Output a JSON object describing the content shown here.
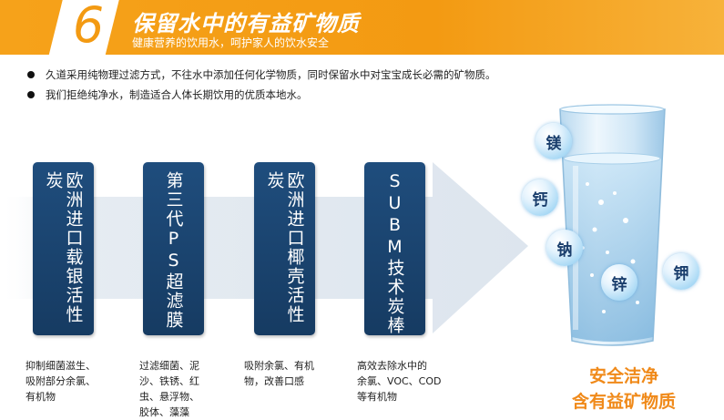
{
  "header": {
    "number": "6",
    "title": "保留水中的有益矿物质",
    "subtitle": "健康营养的饮用水，呵护家人的饮水安全"
  },
  "bullets": [
    "久道采用纯物理过滤方式，不往水中添加任何化学物质，同时保留水中对宝宝成长必需的矿物质。",
    "我们拒绝纯净水，制造适合人体长期饮用的优质本地水。"
  ],
  "stages": [
    {
      "label": "欧洲进口载银活性炭",
      "desc": [
        "抑制细菌滋生、",
        "吸附部分余氯、",
        "有机物"
      ]
    },
    {
      "label": "第三代PS超滤膜",
      "desc": [
        "过滤细菌、泥",
        "沙、铁锈、红",
        "虫、悬浮物、",
        "胶体、藻藻"
      ]
    },
    {
      "label": "欧洲进口椰壳活性炭",
      "desc": [
        "吸附余氯、有机",
        "物，改善口感"
      ]
    },
    {
      "label": "SUBM技术炭棒",
      "desc": [
        "高效去除水中的",
        "余氯、VOC、COD",
        "等有机物"
      ]
    }
  ],
  "minerals": [
    "镁",
    "钙",
    "钠",
    "锌",
    "钾"
  ],
  "slogan": [
    "安全洁净",
    "含有益矿物质"
  ],
  "colors": {
    "banner": "#f39a12",
    "card": "#1f4d7d",
    "arrow": "#e3eaf1",
    "slogan": "#f08a1a"
  }
}
